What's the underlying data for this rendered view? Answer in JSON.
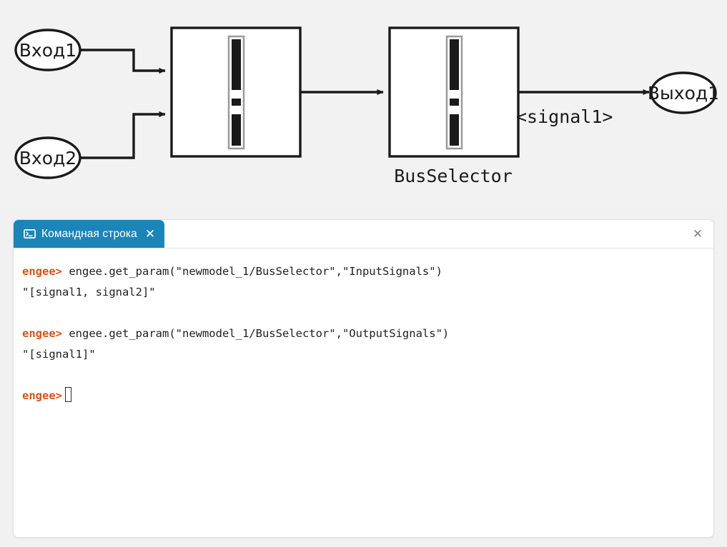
{
  "canvas": {
    "background_color": "#f2f2f2",
    "blocks": [
      {
        "id": "in1",
        "type": "input-port",
        "label": "Вход1"
      },
      {
        "id": "in2",
        "type": "input-port",
        "label": "Вход2"
      },
      {
        "id": "bus1",
        "type": "bus-creator",
        "label": ""
      },
      {
        "id": "bus2",
        "type": "bus-selector",
        "label": "BusSelector"
      },
      {
        "id": "out1",
        "type": "output-port",
        "label": "Выход1"
      }
    ],
    "signal_labels": [
      {
        "id": "sig1",
        "text": "<signal1>"
      }
    ]
  },
  "console": {
    "tab": {
      "title": "Командная строка",
      "icon": "terminal-icon",
      "close_label": "✕",
      "accent_color": "#1b85b8"
    },
    "panel_close_label": "✕",
    "prompt": "engee>",
    "prompt_color": "#d4541b",
    "entries": [
      {
        "prompt": "engee>",
        "command": "engee.get_param(\"newmodel_1/BusSelector\",\"InputSignals\")",
        "result": "\"[signal1, signal2]\""
      },
      {
        "prompt": "engee>",
        "command": "engee.get_param(\"newmodel_1/BusSelector\",\"OutputSignals\")",
        "result": "\"[signal1]\""
      }
    ],
    "active_prompt": "engee>"
  }
}
